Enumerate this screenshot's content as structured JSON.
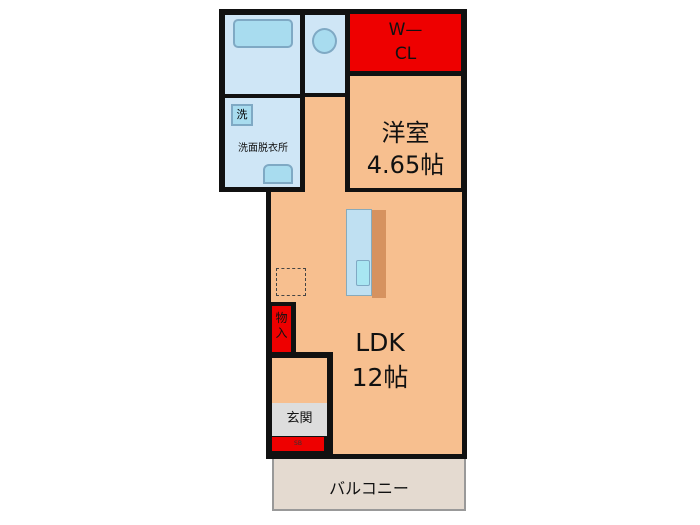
{
  "rooms": {
    "walk_in_closet": {
      "label_line1": "W—",
      "label_line2": "CL"
    },
    "western_room": {
      "label": "洋室",
      "size": "4.65帖"
    },
    "ldk": {
      "label": "LDK",
      "size": "12帖"
    },
    "washroom": {
      "label": "洗面脱衣所",
      "washer": "洗"
    },
    "storage": {
      "label": "物入"
    },
    "entrance": {
      "label": "玄関",
      "shoe_box": "SB"
    },
    "balcony": {
      "label": "バルコニー"
    }
  },
  "colors": {
    "room": "#f7bf8f",
    "wet_area": "#cfe6f6",
    "closet": "#ee0000",
    "balcony": "#e4dad0",
    "wall": "#111111"
  }
}
